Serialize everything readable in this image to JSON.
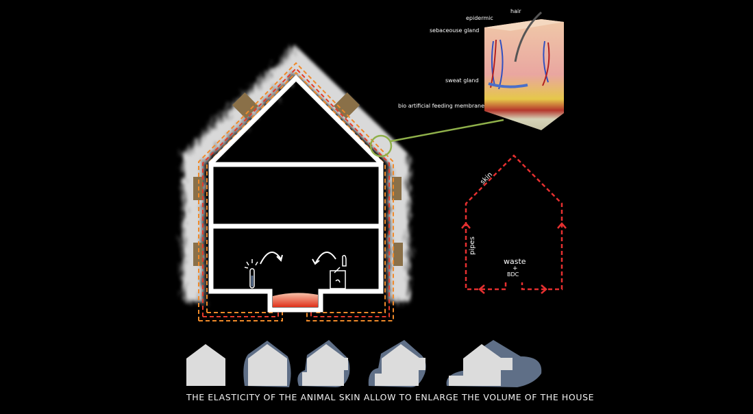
{
  "skin_labels": {
    "hair": "hair",
    "epidermic": "epidermic",
    "sebaceous": "sebaceouse gland",
    "sweat": "sweat gland",
    "membrane": "bio artificial feeding membrane"
  },
  "schema": {
    "skin": "skin",
    "pipes": "pipes",
    "waste": "waste",
    "plus": "+",
    "bdc": "BDC"
  },
  "caption": "THE ELASTICITY OF THE ANIMAL SKIN ALLOW TO ENLARGE THE VOLUME OF THE HOUSE",
  "colors": {
    "dash_orange": "#f08a2a",
    "dash_red": "#e53a2a",
    "green": "#8fb04a",
    "skin_blob": "#5f6f87",
    "house_fill": "#dcdcdc",
    "patch": "#8a7048"
  }
}
